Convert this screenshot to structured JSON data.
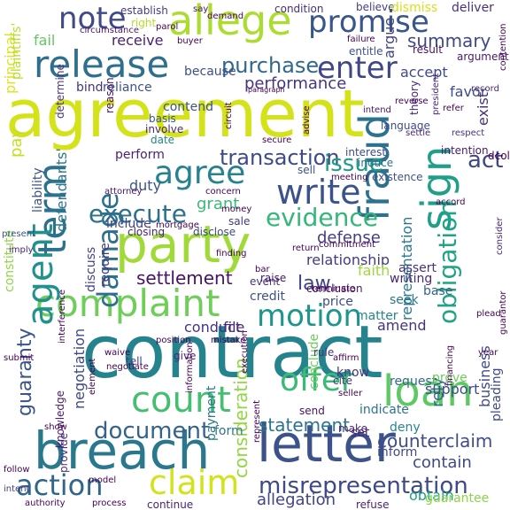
{
  "words": [
    {
      "text": "agreement",
      "color": "#d4e21a"
    },
    {
      "text": "contract",
      "color": "#25838e"
    },
    {
      "text": "party",
      "color": "#a0da39"
    },
    {
      "text": "breach",
      "color": "#2a788e"
    },
    {
      "text": "allege",
      "color": "#addc30"
    },
    {
      "text": "release",
      "color": "#2e6f8e"
    },
    {
      "text": "letter",
      "color": "#3b528b"
    },
    {
      "text": "fraud",
      "color": "#2c718e"
    },
    {
      "text": "complaint",
      "color": "#6ece58"
    },
    {
      "text": "count",
      "color": "#44bf70"
    },
    {
      "text": "loan",
      "color": "#5ec962"
    },
    {
      "text": "claim",
      "color": "#d2e21b"
    },
    {
      "text": "agree",
      "color": "#26828e"
    },
    {
      "text": "promise",
      "color": "#39568c"
    },
    {
      "text": "note",
      "color": "#3e4a89"
    },
    {
      "text": "enter",
      "color": "#404688"
    },
    {
      "text": "sign",
      "color": "#1f9e89"
    },
    {
      "text": "write",
      "color": "#3b528b"
    },
    {
      "text": "term",
      "color": "#2c728e"
    },
    {
      "text": "motion",
      "color": "#1f968b"
    },
    {
      "text": "damage",
      "color": "#2d708e"
    },
    {
      "text": "offer",
      "color": "#3aba76"
    },
    {
      "text": "action",
      "color": "#32658e"
    },
    {
      "text": "misrepresentation",
      "color": "#3e4989"
    },
    {
      "text": "agent",
      "color": "#21918c"
    },
    {
      "text": "obligation",
      "color": "#20a486"
    },
    {
      "text": "execute",
      "color": "#2d708e"
    },
    {
      "text": "evidence",
      "color": "#35b779"
    },
    {
      "text": "document",
      "color": "#33638d"
    },
    {
      "text": "transaction",
      "color": "#3e4a89"
    },
    {
      "text": "issue",
      "color": "#1f9a8a"
    },
    {
      "text": "act",
      "color": "#3f4788"
    },
    {
      "text": "purchase",
      "color": "#31688e"
    },
    {
      "text": "summary",
      "color": "#3f4889"
    },
    {
      "text": "performance",
      "color": "#463480"
    },
    {
      "text": "guaranty",
      "color": "#3a548c"
    },
    {
      "text": "settlement",
      "color": "#471365"
    },
    {
      "text": "law",
      "color": "#404387"
    },
    {
      "text": "representation",
      "color": "#2a788e"
    },
    {
      "text": "consideration",
      "color": "#93d741"
    },
    {
      "text": "statement",
      "color": "#2c738e"
    },
    {
      "text": "counterclaim",
      "color": "#3e4c8a"
    },
    {
      "text": "relationship",
      "color": "#443a83"
    },
    {
      "text": "defense",
      "color": "#433e85"
    },
    {
      "text": "negotiation",
      "color": "#3f4889"
    },
    {
      "text": "fail",
      "color": "#5ec962"
    },
    {
      "text": "receive",
      "color": "#481f70"
    },
    {
      "text": "argue",
      "color": "#414487"
    },
    {
      "text": "accept",
      "color": "#3e4a89"
    },
    {
      "text": "favor",
      "color": "#3d4d8a"
    },
    {
      "text": "exist",
      "color": "#46327e"
    },
    {
      "text": "reliance",
      "color": "#3b528b"
    },
    {
      "text": "contend",
      "color": "#3a548c"
    },
    {
      "text": "because",
      "color": "#3c508b"
    },
    {
      "text": "principal",
      "color": "#dde318"
    },
    {
      "text": "plaintiffs'",
      "color": "#b8de29"
    },
    {
      "text": "defendants'",
      "color": "#2a768e"
    },
    {
      "text": "liability",
      "color": "#3b528b"
    },
    {
      "text": "bind",
      "color": "#46337f"
    },
    {
      "text": "perform",
      "color": "#482475"
    },
    {
      "text": "duty",
      "color": "#39558c"
    },
    {
      "text": "grant",
      "color": "#3aba76"
    },
    {
      "text": "include",
      "color": "#414487"
    },
    {
      "text": "pay",
      "color": "#c2df23"
    },
    {
      "text": "faith",
      "color": "#9dd93b"
    },
    {
      "text": "credit",
      "color": "#3b528b"
    },
    {
      "text": "price",
      "color": "#3e4a89"
    },
    {
      "text": "amend",
      "color": "#46337f"
    },
    {
      "text": "matter",
      "color": "#24868e"
    },
    {
      "text": "seek",
      "color": "#2a788e"
    },
    {
      "text": "base",
      "color": "#33638d"
    },
    {
      "text": "rely",
      "color": "#306a8e"
    },
    {
      "text": "contain",
      "color": "#3e4989"
    },
    {
      "text": "support",
      "color": "#3d4d8a"
    },
    {
      "text": "business",
      "color": "#3e4a89"
    },
    {
      "text": "request",
      "color": "#31688e"
    },
    {
      "text": "prove",
      "color": "#6ccd5a"
    },
    {
      "text": "know",
      "color": "#453781"
    },
    {
      "text": "conclude",
      "color": "#6ccd5a"
    },
    {
      "text": "indicate",
      "color": "#2b748e"
    },
    {
      "text": "deny",
      "color": "#24878e"
    },
    {
      "text": "inform",
      "color": "#3e4989"
    },
    {
      "text": "obtain",
      "color": "#1fa088"
    },
    {
      "text": "guarantee",
      "color": "#8bd646"
    },
    {
      "text": "allegation",
      "color": "#414487"
    },
    {
      "text": "conduct",
      "color": "#46337f"
    },
    {
      "text": "file",
      "color": "#482878"
    },
    {
      "text": "payment",
      "color": "#2a788e"
    },
    {
      "text": "form",
      "color": "#2a768e"
    },
    {
      "text": "set",
      "color": "#482475"
    },
    {
      "text": "writing",
      "color": "#482777"
    },
    {
      "text": "assert",
      "color": "#46327e"
    },
    {
      "text": "discuss",
      "color": "#414487"
    },
    {
      "text": "require",
      "color": "#453882"
    },
    {
      "text": "constitute",
      "color": "#8fd744"
    },
    {
      "text": "pleading",
      "color": "#3e4989"
    },
    {
      "text": "condition",
      "color": "#46307e"
    },
    {
      "text": "establish",
      "color": "#433d84"
    },
    {
      "text": "believe",
      "color": "#433e85"
    },
    {
      "text": "dismiss",
      "color": "#d8e219"
    },
    {
      "text": "deliver",
      "color": "#46327e"
    },
    {
      "text": "result",
      "color": "#471063"
    },
    {
      "text": "entitle",
      "color": "#3b528b"
    },
    {
      "text": "argument",
      "color": "#481a6c"
    },
    {
      "text": "interest",
      "color": "#3e4989"
    },
    {
      "text": "induce",
      "color": "#2d708e"
    },
    {
      "text": "sell",
      "color": "#3b528b"
    },
    {
      "text": "intention",
      "color": "#481a6c"
    },
    {
      "text": "existence",
      "color": "#3b528b"
    },
    {
      "text": "reason",
      "color": "#471365"
    },
    {
      "text": "basis",
      "color": "#3b528b"
    },
    {
      "text": "involve",
      "color": "#482878"
    },
    {
      "text": "date",
      "color": "#26828e"
    },
    {
      "text": "determine",
      "color": "#46327e"
    },
    {
      "text": "language",
      "color": "#3e4a89"
    },
    {
      "text": "theory",
      "color": "#482475"
    },
    {
      "text": "raise",
      "color": "#481467"
    },
    {
      "text": "event",
      "color": "#46327e"
    },
    {
      "text": "conclusion",
      "color": "#48186a"
    },
    {
      "text": "sale",
      "color": "#453882"
    },
    {
      "text": "disclose",
      "color": "#3e4a89"
    },
    {
      "text": "closing",
      "color": "#482677"
    },
    {
      "text": "give",
      "color": "#482475"
    },
    {
      "text": "tell",
      "color": "#433e85"
    },
    {
      "text": "rule",
      "color": "#46327e"
    },
    {
      "text": "cite",
      "color": "#46307e"
    },
    {
      "text": "send",
      "color": "#481467"
    },
    {
      "text": "make",
      "color": "#482475"
    },
    {
      "text": "continue",
      "color": "#482475"
    },
    {
      "text": "refuse",
      "color": "#482475"
    },
    {
      "text": "authority",
      "color": "#450457"
    },
    {
      "text": "process",
      "color": "#440154"
    },
    {
      "text": "provide",
      "color": "#46307e"
    },
    {
      "text": "knowledge",
      "color": "#48186a"
    },
    {
      "text": "follow",
      "color": "#440154"
    },
    {
      "text": "intent",
      "color": "#433e85"
    },
    {
      "text": "present",
      "color": "#3b528b"
    },
    {
      "text": "imply",
      "color": "#482475"
    },
    {
      "text": "attorney",
      "color": "#481467"
    },
    {
      "text": "circumstance",
      "color": "#481467"
    },
    {
      "text": "right",
      "color": "#b5de2b"
    },
    {
      "text": "parol",
      "color": "#440154"
    },
    {
      "text": "say",
      "color": "#471365"
    },
    {
      "text": "demand",
      "color": "#440154"
    },
    {
      "text": "failure",
      "color": "#440154"
    },
    {
      "text": "buyer",
      "color": "#440154"
    },
    {
      "text": "record",
      "color": "#482475"
    },
    {
      "text": "refer",
      "color": "#440154"
    },
    {
      "text": "intend",
      "color": "#481467"
    },
    {
      "text": "reverse",
      "color": "#440154"
    },
    {
      "text": "settle",
      "color": "#482475"
    },
    {
      "text": "respect",
      "color": "#46307e"
    },
    {
      "text": "president",
      "color": "#482475"
    },
    {
      "text": "concern",
      "color": "#440154"
    },
    {
      "text": "secure",
      "color": "#440154"
    },
    {
      "text": "advise",
      "color": "#440154"
    },
    {
      "text": "circuit",
      "color": "#440154"
    },
    {
      "text": "paragraph",
      "color": "#440154"
    },
    {
      "text": "accord",
      "color": "#440154"
    },
    {
      "text": "consider",
      "color": "#482475"
    },
    {
      "text": "dcol",
      "color": "#440154"
    },
    {
      "text": "meeting",
      "color": "#440154"
    },
    {
      "text": "money",
      "color": "#440154"
    },
    {
      "text": "mortgage",
      "color": "#440154"
    },
    {
      "text": "finding",
      "color": "#440154"
    },
    {
      "text": "position",
      "color": "#440154"
    },
    {
      "text": "mistake",
      "color": "#440154"
    },
    {
      "text": "return",
      "color": "#440154"
    },
    {
      "text": "commitment",
      "color": "#440154"
    },
    {
      "text": "bar",
      "color": "#440154"
    },
    {
      "text": "terminate",
      "color": "#440154"
    },
    {
      "text": "interference",
      "color": "#440154"
    },
    {
      "text": "negotiate",
      "color": "#440154"
    },
    {
      "text": "element",
      "color": "#440154"
    },
    {
      "text": "execution",
      "color": "#440154"
    },
    {
      "text": "information",
      "color": "#440154"
    },
    {
      "text": "affirm",
      "color": "#440154"
    },
    {
      "text": "seller",
      "color": "#440154"
    },
    {
      "text": "financing",
      "color": "#440154"
    },
    {
      "text": "year",
      "color": "#440154"
    },
    {
      "text": "guarantor",
      "color": "#440154"
    },
    {
      "text": "plead",
      "color": "#440154"
    },
    {
      "text": "represent",
      "color": "#440154"
    },
    {
      "text": "contention",
      "color": "#440154"
    },
    {
      "text": "submit",
      "color": "#440154"
    },
    {
      "text": "waive",
      "color": "#440154"
    },
    {
      "text": "show",
      "color": "#440154"
    },
    {
      "text": "model",
      "color": "#440154"
    }
  ]
}
